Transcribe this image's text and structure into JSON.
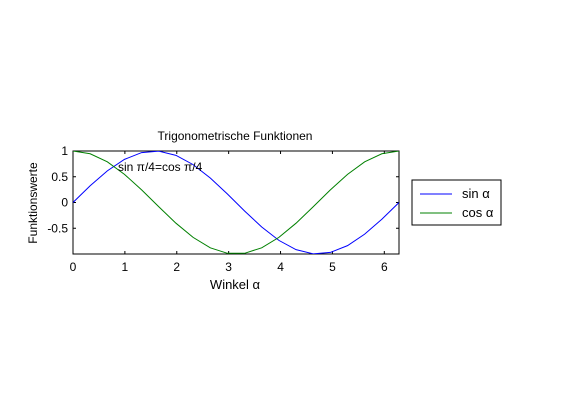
{
  "chart_data": {
    "type": "line",
    "title": "Trigonometrische Funktionen",
    "xlabel": "Winkel α",
    "ylabel": "Funktionswerte",
    "xlim": [
      0,
      6.2832
    ],
    "ylim": [
      -1,
      1
    ],
    "xticks": [
      0,
      1,
      2,
      3,
      4,
      5,
      6
    ],
    "xtick_labels": [
      "0",
      "1",
      "2",
      "3",
      "4",
      "5",
      "6"
    ],
    "yticks": [
      -0.5,
      0,
      0.5,
      1
    ],
    "ytick_labels": [
      "-0.5",
      "0",
      "0.5",
      "1"
    ],
    "grid": false,
    "legend_position": "outside-right",
    "annotations": [
      {
        "text": "sin π/4=cos π/4",
        "x": 0.785,
        "y": 0.707
      }
    ],
    "x": [
      0,
      0.3307,
      0.6614,
      0.9921,
      1.3228,
      1.6535,
      1.9842,
      2.3149,
      2.6456,
      2.9762,
      3.3069,
      3.6376,
      3.9683,
      4.299,
      4.6297,
      4.9604,
      5.2911,
      5.6218,
      5.9525,
      6.2832
    ],
    "series": [
      {
        "name": "sin α",
        "color": "#0000ff",
        "values": [
          0,
          0.3247,
          0.6142,
          0.8372,
          0.9694,
          0.9966,
          0.9158,
          0.7357,
          0.4759,
          0.1646,
          -0.1646,
          -0.4759,
          -0.7357,
          -0.9158,
          -0.9966,
          -0.9694,
          -0.8372,
          -0.6142,
          -0.3247,
          0
        ]
      },
      {
        "name": "cos α",
        "color": "#008000",
        "values": [
          1,
          0.9458,
          0.7891,
          0.5469,
          0.2455,
          -0.0826,
          -0.4017,
          -0.6773,
          -0.8795,
          -0.9864,
          -0.9864,
          -0.8795,
          -0.6773,
          -0.4017,
          -0.0826,
          0.2455,
          0.5469,
          0.7891,
          0.9458,
          1
        ]
      }
    ]
  }
}
